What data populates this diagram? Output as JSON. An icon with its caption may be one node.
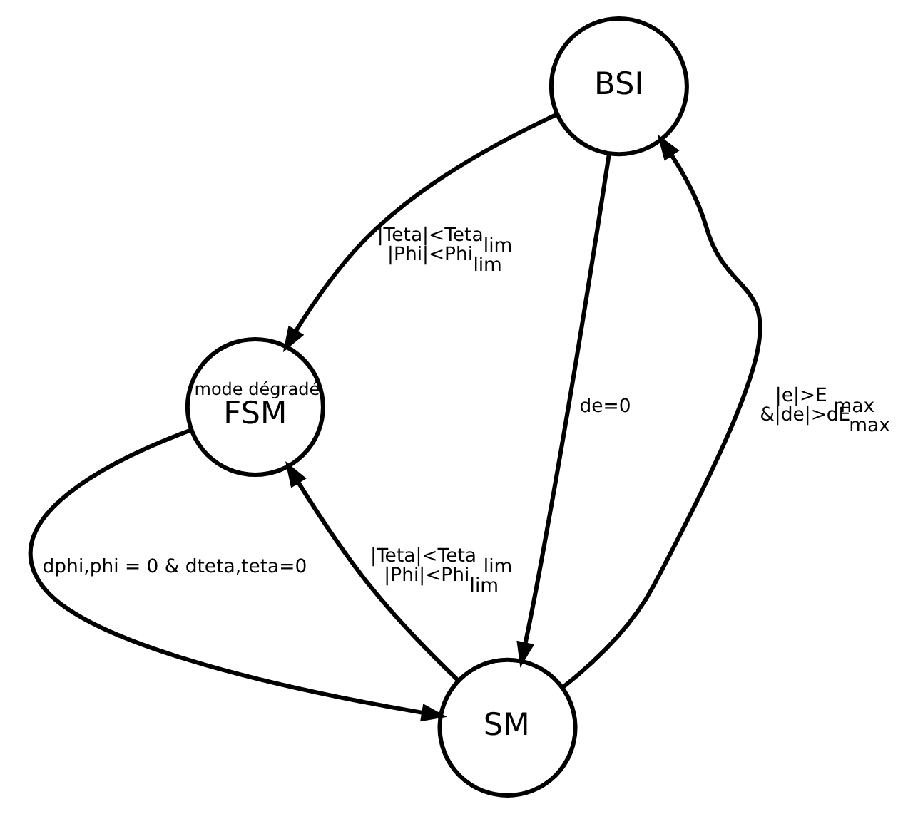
{
  "diagram": {
    "nodes": [
      {
        "text": [
          "BSI"
        ]
      },
      {
        "text": [
          "mode dégradé",
          "FSM"
        ]
      },
      {
        "text": [
          "SM"
        ]
      }
    ],
    "edges": [
      {
        "from": 0,
        "to": 1,
        "arrow": "to",
        "label": "|Teta|<Teta$_{lim}$ |Phi|<Phi$_{lim}$"
      },
      {
        "from": 0,
        "to": 2,
        "arrow": "to",
        "label": "de=0"
      },
      {
        "from": 2,
        "to": 0,
        "arrow": "to",
        "label": "|e|>E $_{max}$ &|de|>dE$_{max}$"
      },
      {
        "from": 2,
        "to": 1,
        "arrow": "to",
        "label": "|Teta|<Teta $_{lim}$ |Phi|<Phi$_{lim}$"
      },
      {
        "from": 1,
        "to": 2,
        "arrow": "to",
        "label": "dphi,phi = 0 & dteta,teta=0"
      }
    ]
  }
}
